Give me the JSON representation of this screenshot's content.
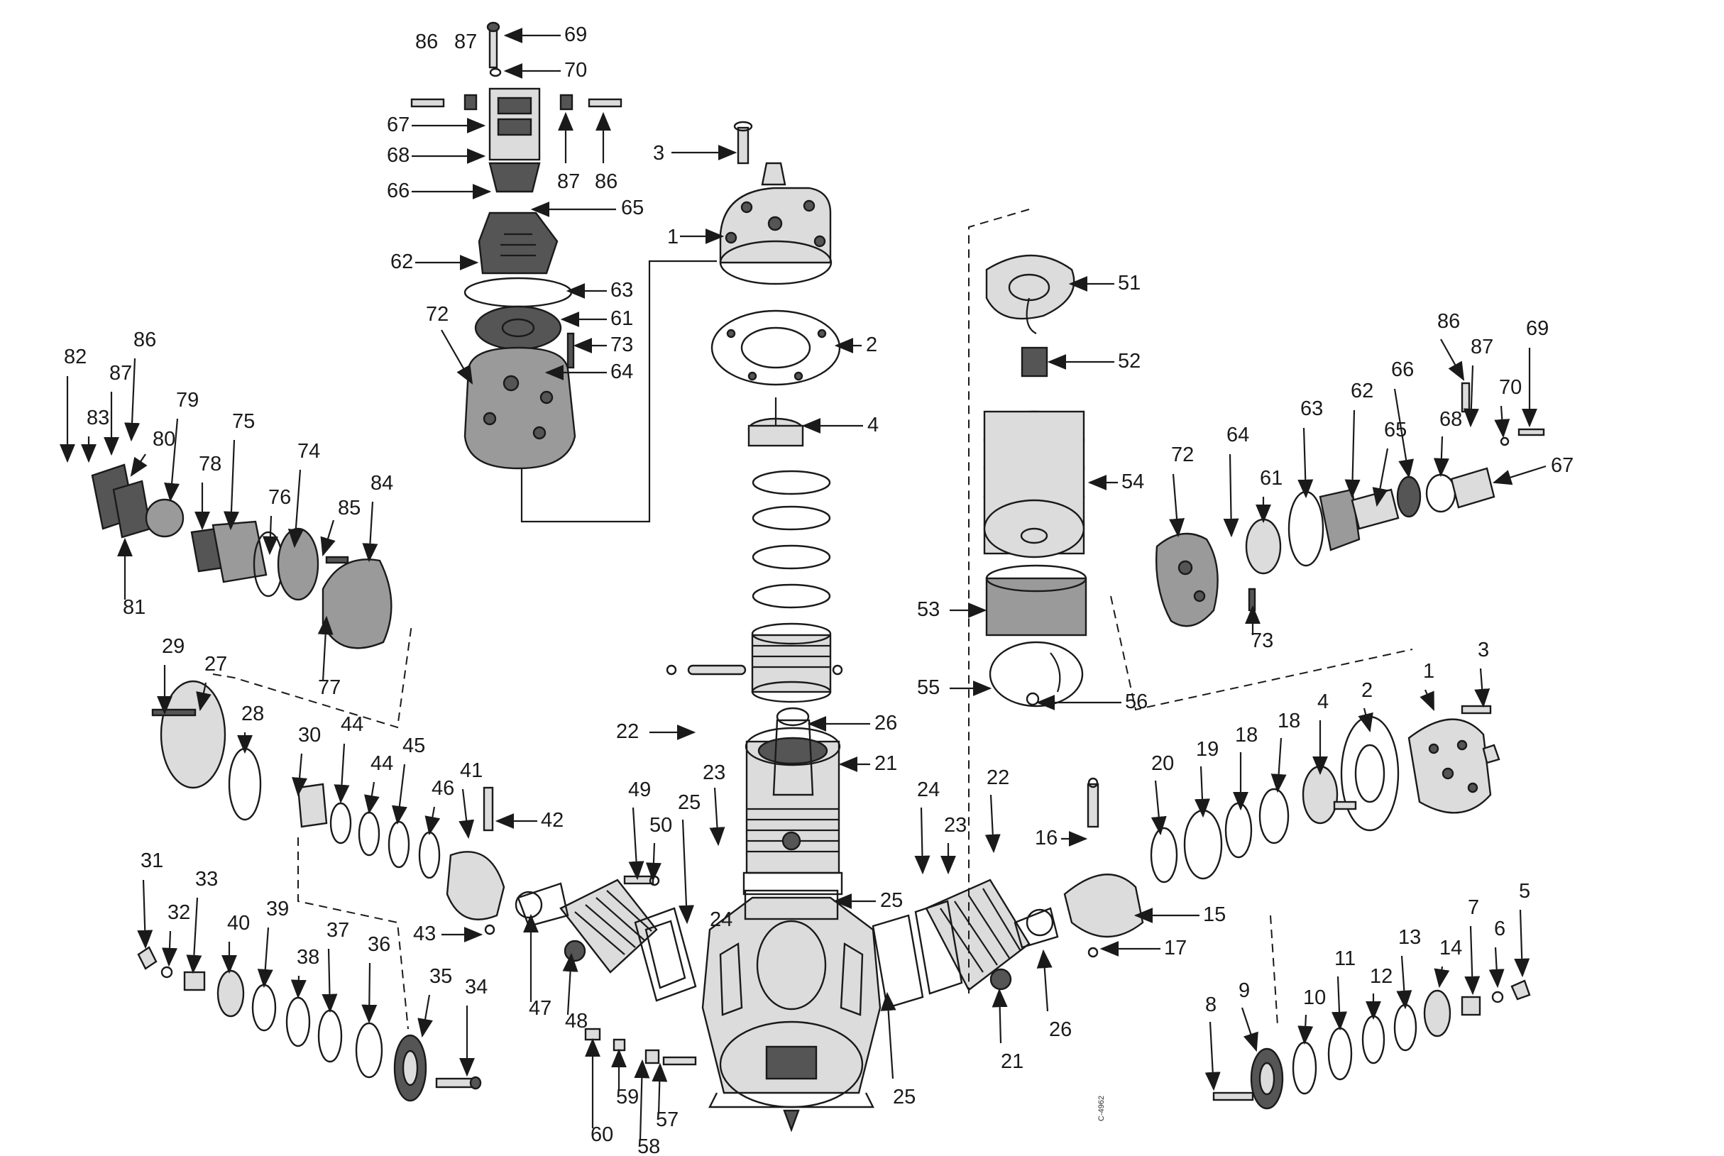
{
  "figure_code": "C-4962",
  "callouts": [
    "1",
    "2",
    "3",
    "4",
    "5",
    "6",
    "7",
    "8",
    "9",
    "10",
    "11",
    "12",
    "13",
    "14",
    "15",
    "16",
    "17",
    "18",
    "19",
    "20",
    "21",
    "22",
    "23",
    "24",
    "25",
    "26",
    "27",
    "28",
    "29",
    "30",
    "31",
    "32",
    "33",
    "34",
    "35",
    "36",
    "37",
    "38",
    "39",
    "40",
    "41",
    "42",
    "43",
    "44",
    "45",
    "46",
    "47",
    "48",
    "49",
    "50",
    "51",
    "52",
    "53",
    "54",
    "55",
    "56",
    "57",
    "58",
    "59",
    "60",
    "61",
    "62",
    "63",
    "64",
    "65",
    "66",
    "67",
    "68",
    "69",
    "70",
    "72",
    "73",
    "74",
    "75",
    "76",
    "77",
    "78",
    "79",
    "80",
    "81",
    "82",
    "83",
    "84",
    "85",
    "86",
    "87"
  ]
}
